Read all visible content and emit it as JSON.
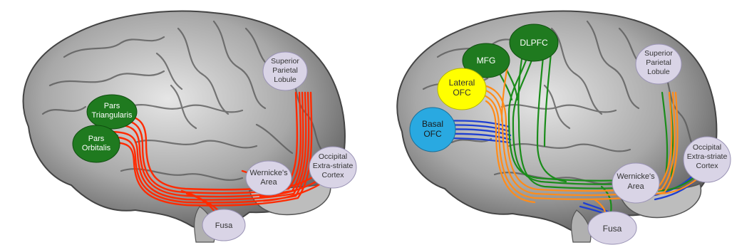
{
  "left_panel": {
    "regions": {
      "pars_triangularis": [
        "Pars",
        "Triangularis"
      ],
      "pars_orbitalis": [
        "Pars",
        "Orbitalis"
      ],
      "superior_parietal_lobule": [
        "Superior",
        "Parietal",
        "Lobule"
      ],
      "occipital": [
        "Occipital",
        "Extra-striate",
        "Cortex"
      ],
      "wernickes": [
        "Wernicke's",
        "Area"
      ],
      "fusa": [
        "Fusa"
      ]
    }
  },
  "right_panel": {
    "regions": {
      "dlpfc": [
        "DLPFC"
      ],
      "mfg": [
        "MFG"
      ],
      "lateral_ofc": [
        "Lateral",
        "OFC"
      ],
      "basal_ofc": [
        "Basal",
        "OFC"
      ],
      "superior_parietal_lobule": [
        "Superior",
        "Parietal",
        "Lobule"
      ],
      "occipital": [
        "Occipital",
        "Extra-striate",
        "Cortex"
      ],
      "wernickes": [
        "Wernicke's",
        "Area"
      ],
      "fusa": [
        "Fusa"
      ]
    }
  },
  "colors": {
    "node_lavender": "#d9d4e6",
    "node_green": "#1f7a1f",
    "node_yellow": "#ffff00",
    "node_blue": "#29a9e1",
    "tract_red": "#ff2a00",
    "tract_orange": "#ff8c1a",
    "tract_green": "#1a8c1a",
    "tract_blue": "#1f3fd1",
    "brain_gray": "#9a9a9a"
  }
}
